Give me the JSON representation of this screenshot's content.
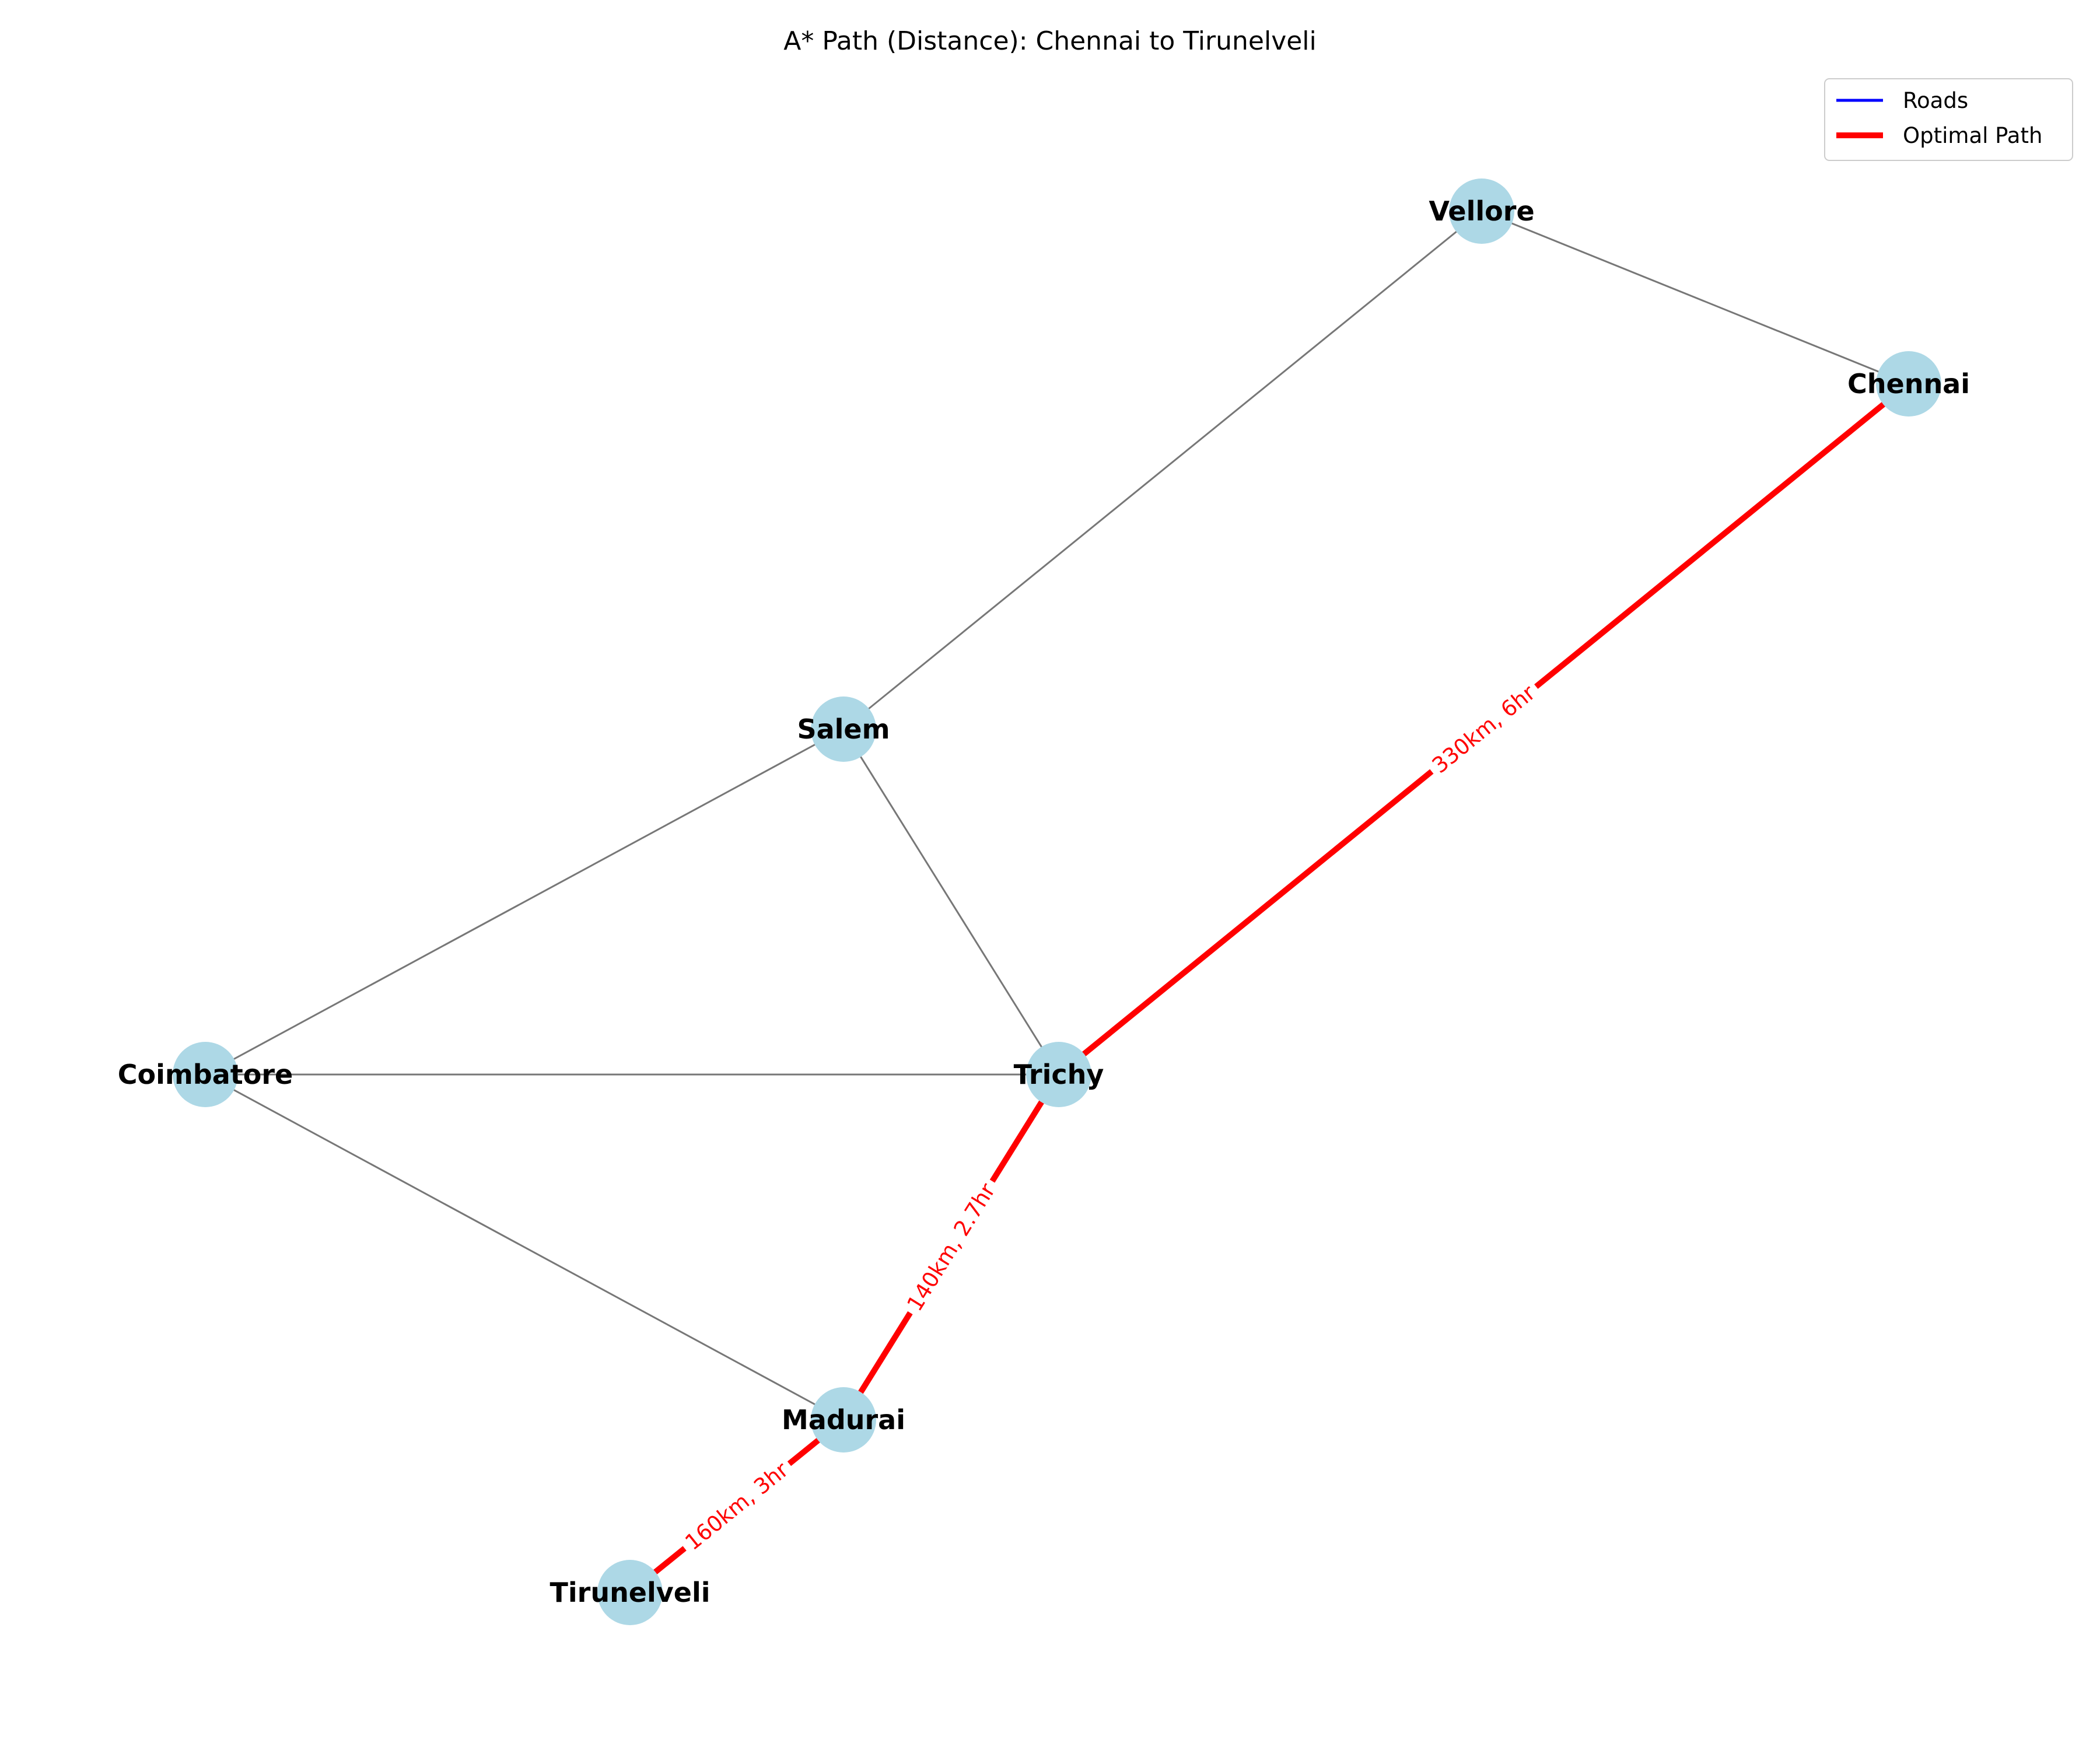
{
  "title": "A* Path (Distance): Chennai to Tirunelveli",
  "colors": {
    "node": "#add8e6",
    "road_edge": "#777777",
    "optimal_path": "#ff0000",
    "legend_roads": "#0000ff"
  },
  "legend": {
    "placement": "top-right",
    "items": [
      {
        "label": "Roads",
        "color": "#0000ff"
      },
      {
        "label": "Optimal Path",
        "color": "#ff0000"
      }
    ]
  },
  "nodes": [
    {
      "id": "Vellore",
      "label": "Vellore"
    },
    {
      "id": "Chennai",
      "label": "Chennai"
    },
    {
      "id": "Salem",
      "label": "Salem"
    },
    {
      "id": "Coimbatore",
      "label": "Coimbatore"
    },
    {
      "id": "Trichy",
      "label": "Trichy"
    },
    {
      "id": "Madurai",
      "label": "Madurai"
    },
    {
      "id": "Tirunelveli",
      "label": "Tirunelveli"
    }
  ],
  "edges": [
    {
      "from": "Vellore",
      "to": "Chennai",
      "on_path": false
    },
    {
      "from": "Vellore",
      "to": "Salem",
      "on_path": false
    },
    {
      "from": "Salem",
      "to": "Coimbatore",
      "on_path": false
    },
    {
      "from": "Salem",
      "to": "Trichy",
      "on_path": false
    },
    {
      "from": "Coimbatore",
      "to": "Trichy",
      "on_path": false
    },
    {
      "from": "Coimbatore",
      "to": "Madurai",
      "on_path": false
    },
    {
      "from": "Chennai",
      "to": "Trichy",
      "on_path": true,
      "label": "330km, 6hr"
    },
    {
      "from": "Trichy",
      "to": "Madurai",
      "on_path": true,
      "label": "140km, 2.7hr"
    },
    {
      "from": "Madurai",
      "to": "Tirunelveli",
      "on_path": true,
      "label": "160km, 3hr"
    }
  ]
}
